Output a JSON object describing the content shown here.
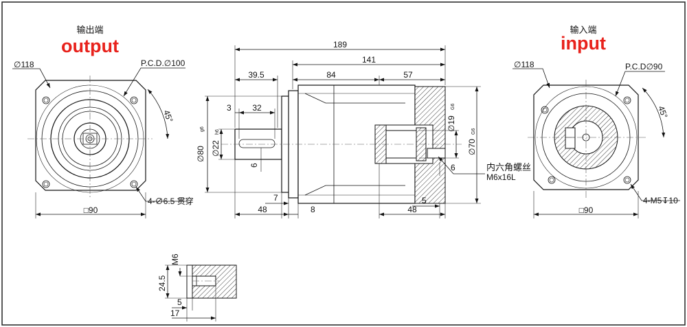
{
  "header": {
    "output_cn": "输出端",
    "output_en": "output",
    "input_cn": "输入端",
    "input_en": "input"
  },
  "colors": {
    "accent": "#e8221c",
    "line": "#111111",
    "frame": "#222222"
  },
  "output_view": {
    "dia_118": "∅118",
    "pcd": "P.C.D.∅100",
    "angle": "45°",
    "holes": "4-∅6.5 贯穿",
    "square": "□90"
  },
  "side_view": {
    "overall": "189",
    "body": "141",
    "d_39_5": "39.5",
    "d_84": "84",
    "d_57": "57",
    "d_3": "3",
    "d_32": "32",
    "shaft_dia": "∅22",
    "shaft_tol": "h6",
    "flange_dia": "∅80",
    "flange_tol": "g6",
    "key_6": "6",
    "bore_19": "∅19",
    "bore_19_tol": "G6",
    "bore_70": "∅70",
    "bore_70_tol": "G6",
    "d_6_right": "6",
    "screw_cn": "内六角螺丝",
    "screw_spec": "M6x16L",
    "d_7": "7",
    "d_48_left": "48",
    "d_8": "8",
    "d_5": "5",
    "d_48_right": "48"
  },
  "input_view": {
    "dia_118": "∅118",
    "pcd": "P.C.D∅90",
    "angle": "45°",
    "holes": "4-M5↧10",
    "square": "□90"
  },
  "detail_view": {
    "m6": "M6",
    "d_24_5": "24.5",
    "d_5": "5",
    "d_17": "17"
  }
}
